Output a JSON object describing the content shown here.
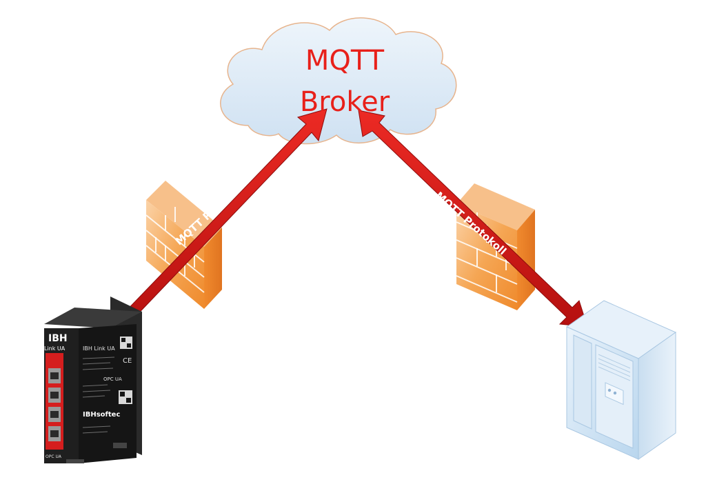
{
  "broker": {
    "line1": "MQTT",
    "line2": "Broker"
  },
  "connections": [
    {
      "label": "MQTT Protokoll",
      "from": "device",
      "to": "broker"
    },
    {
      "label": "MQTT Protokoll",
      "from": "broker",
      "to": "server"
    }
  ],
  "device": {
    "brand": "IBH",
    "model": "Link UA",
    "panel_title": "IBH Link UA",
    "maker": "IBHsoftec",
    "opc_label": "OPC UA",
    "ce_mark": "CE"
  },
  "colors": {
    "arrow": "#d71a1a",
    "broker_text": "#e8201a",
    "cloud_fill": "#dceaf7",
    "firewall": "#f29a3c",
    "server": "#cfe4f4"
  },
  "icons": {
    "broker": "cloud-icon",
    "firewall": "brick-wall-icon",
    "device": "gateway-device-icon",
    "server": "server-tower-icon"
  }
}
